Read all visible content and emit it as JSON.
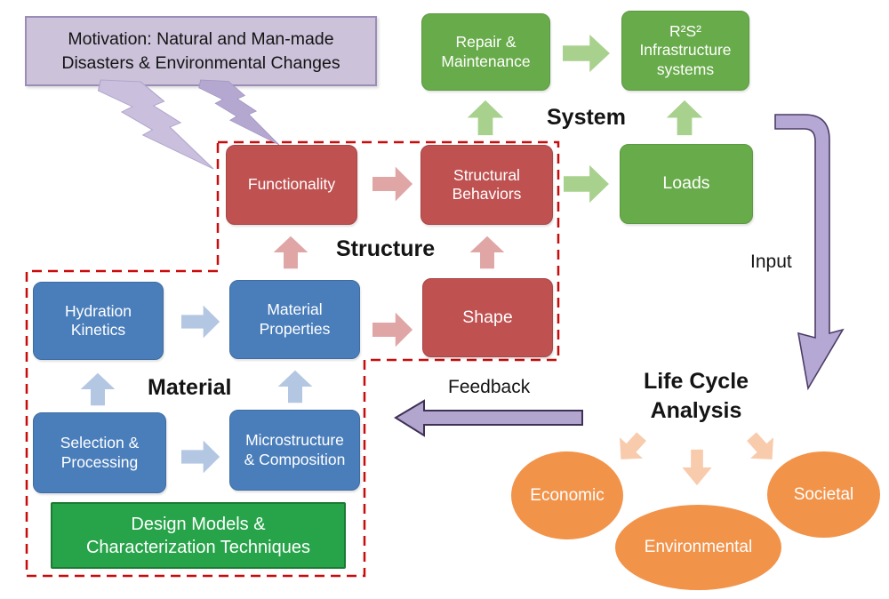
{
  "motivation": {
    "label": "Motivation: Natural and Man-made\nDisasters & Environmental Changes"
  },
  "system": {
    "label": "System",
    "repair_maintenance": "Repair &\nMaintenance",
    "infrastructure": "R²S²\nInfrastructure\nsystems",
    "loads": "Loads"
  },
  "structure": {
    "label": "Structure",
    "functionality": "Functionality",
    "structural_behaviors": "Structural\nBehaviors",
    "shape": "Shape"
  },
  "material": {
    "label": "Material",
    "hydration_kinetics": "Hydration\nKinetics",
    "material_properties": "Material\nProperties",
    "selection_processing": "Selection &\nProcessing",
    "microstructure_composition": "Microstructure\n& Composition",
    "design_models": "Design Models &\nCharacterization Techniques"
  },
  "flow": {
    "input": "Input",
    "feedback": "Feedback"
  },
  "life_cycle": {
    "title": "Life Cycle\nAnalysis",
    "economic": "Economic",
    "environmental": "Environmental",
    "societal": "Societal"
  },
  "colors": {
    "green_box": "#68ab4a",
    "green_arrow": "#a9d18e",
    "red_box": "#bf5151",
    "pink_arrow": "#e0a6a6",
    "blue_box": "#4a7ebb",
    "blue_arrow": "#b3c6e2",
    "purple_fill": "#ccc2da",
    "purple_arrow": "#b3a6ce",
    "orange_ellipse": "#f2934a",
    "orange_arrow": "#f8cbad",
    "dashed_border": "#c80b0b",
    "design_green": "#27a44a"
  }
}
